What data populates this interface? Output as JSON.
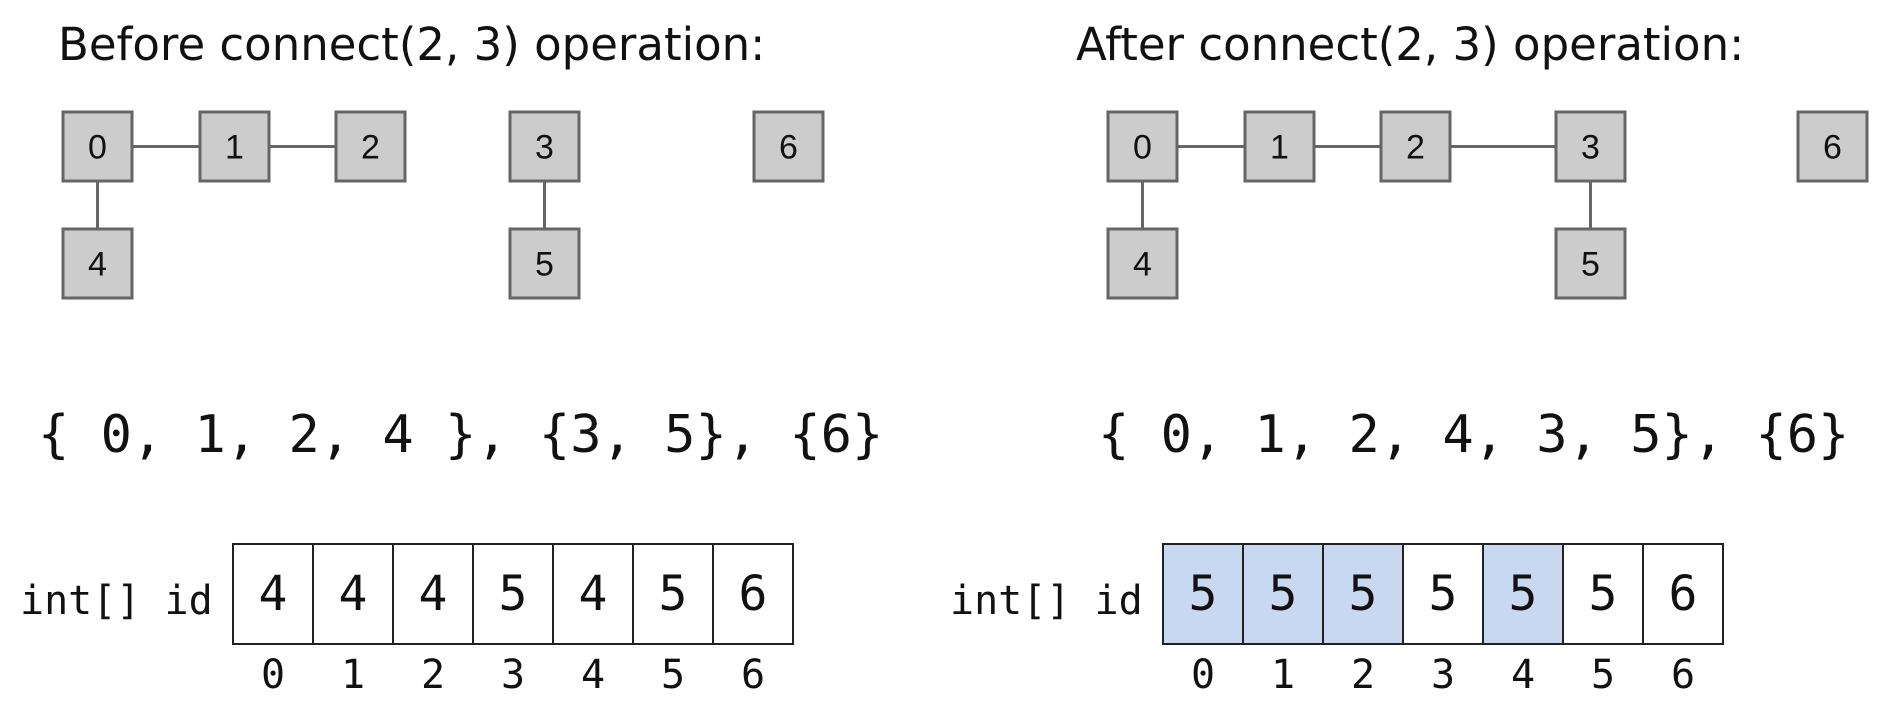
{
  "highlight_color": "#c9d8f1",
  "before": {
    "title": "Before connect(2, 3) operation:",
    "nodes": [
      {
        "label": "0"
      },
      {
        "label": "1"
      },
      {
        "label": "2"
      },
      {
        "label": "3"
      },
      {
        "label": "4"
      },
      {
        "label": "5"
      },
      {
        "label": "6"
      }
    ],
    "edges": [
      [
        "0",
        "1"
      ],
      [
        "1",
        "2"
      ],
      [
        "0",
        "4"
      ],
      [
        "3",
        "5"
      ]
    ],
    "sets_text": "{ 0, 1, 2, 4 }, {3, 5}, {6}",
    "array_label": "int[] id",
    "id_values": [
      "4",
      "4",
      "4",
      "5",
      "4",
      "5",
      "6"
    ],
    "highlighted": [
      false,
      false,
      false,
      false,
      false,
      false,
      false
    ],
    "indices": [
      "0",
      "1",
      "2",
      "3",
      "4",
      "5",
      "6"
    ]
  },
  "after": {
    "title": "After connect(2, 3) operation:",
    "nodes": [
      {
        "label": "0"
      },
      {
        "label": "1"
      },
      {
        "label": "2"
      },
      {
        "label": "3"
      },
      {
        "label": "4"
      },
      {
        "label": "5"
      },
      {
        "label": "6"
      }
    ],
    "edges": [
      [
        "0",
        "1"
      ],
      [
        "1",
        "2"
      ],
      [
        "2",
        "3"
      ],
      [
        "0",
        "4"
      ],
      [
        "3",
        "5"
      ]
    ],
    "sets_text": "{ 0, 1, 2, 4, 3, 5}, {6}",
    "array_label": "int[] id",
    "id_values": [
      "5",
      "5",
      "5",
      "5",
      "5",
      "5",
      "6"
    ],
    "highlighted": [
      true,
      true,
      true,
      false,
      true,
      false,
      false
    ],
    "indices": [
      "0",
      "1",
      "2",
      "3",
      "4",
      "5",
      "6"
    ]
  }
}
